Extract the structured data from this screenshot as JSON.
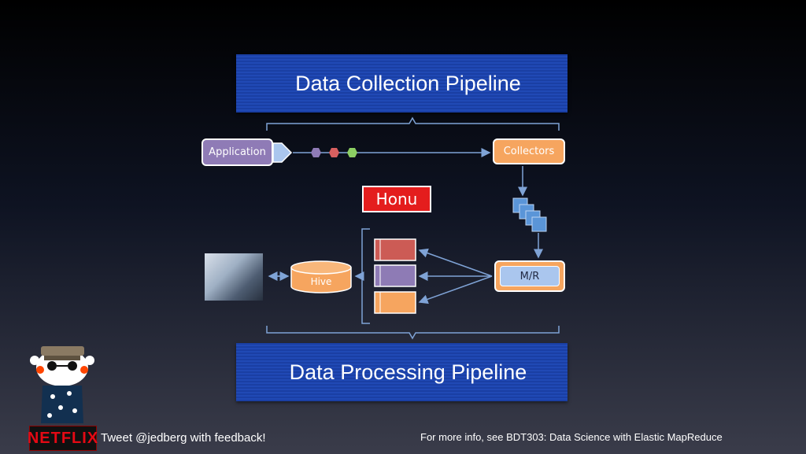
{
  "top_banner": {
    "label": "Data Collection Pipeline"
  },
  "bottom_banner": {
    "label": "Data Processing Pipeline"
  },
  "diagram": {
    "application": "Application",
    "collectors": "Collectors",
    "honu": "Honu",
    "mapreduce": "M/R",
    "hive": "Hive",
    "output_colors": [
      "#cc5b55",
      "#8e7bb5",
      "#f6a55f"
    ],
    "event_colors": [
      "#8f7bb6",
      "#d86060",
      "#8ccf63"
    ]
  },
  "footer": {
    "tweet": "Tweet @jedberg with feedback!",
    "more_info": "For more info, see BDT303: Data Science with Elastic MapReduce",
    "logo": "NETFLIX"
  }
}
